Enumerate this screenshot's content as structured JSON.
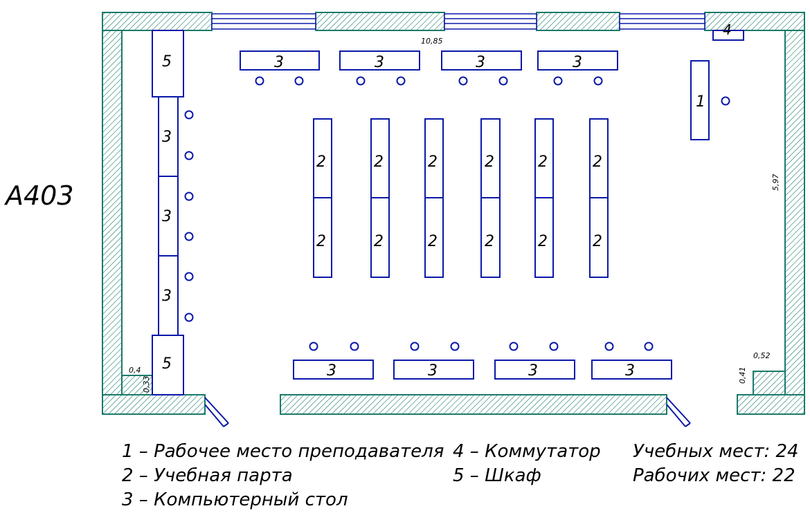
{
  "room_label": "A403",
  "dimensions": {
    "length": "10,85",
    "width": "5,97",
    "corner_left_w": "0,4",
    "corner_left_h": "0,33",
    "corner_right_w": "0,52",
    "corner_right_h": "0,41"
  },
  "furniture": {
    "teacher_desk": "1",
    "student_desk": "2",
    "computer_desk": "3",
    "switch": "4",
    "cabinet": "5"
  },
  "legend": {
    "item_1": "1 – Рабочее место преподавателя",
    "item_2": "2 – Учебная парта",
    "item_3": "3 – Компьютерный стол",
    "item_4": "4 – Коммутатор",
    "item_5": "5 – Шкаф",
    "study_places": "Учебных мест: 24",
    "work_places": "Рабочих мест: 22"
  },
  "colors": {
    "furniture_stroke": "#0a18a8",
    "wall_stroke": "#1a7a6a"
  }
}
